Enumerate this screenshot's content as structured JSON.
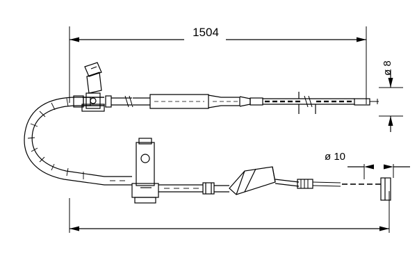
{
  "drawing": {
    "title": "brake-cable-technical-drawing",
    "line_color": "#000000",
    "background_color": "#ffffff",
    "dimensions": {
      "overall_length": "1504",
      "diameter_top": "ø 8",
      "diameter_bottom": "ø 10"
    }
  },
  "labels": {
    "length_label": "1504",
    "top_diameter_label": "ø 8",
    "bottom_diameter_label": "ø 10"
  }
}
